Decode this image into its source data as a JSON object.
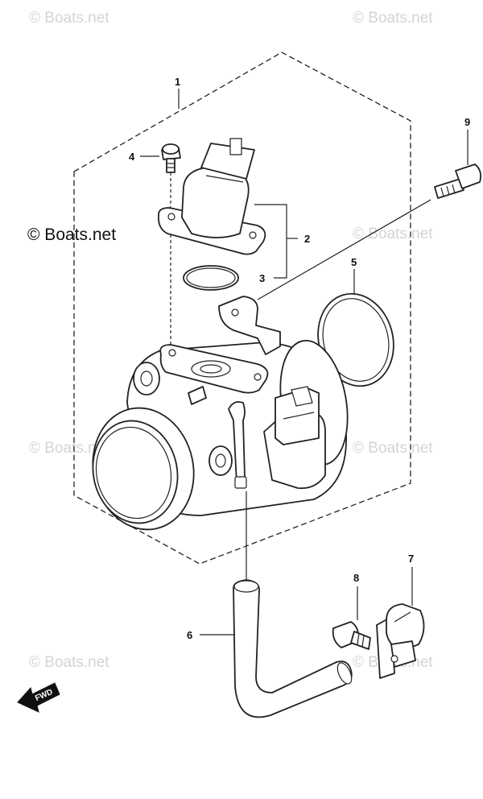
{
  "watermark": "© Boats.net",
  "copyright": "© Boats.net",
  "callouts": {
    "p1": "1",
    "p2": "2",
    "p3": "3",
    "p4": "4",
    "p5": "5",
    "p6": "6",
    "p7": "7",
    "p8": "8",
    "p9": "9"
  },
  "fwd_label": "FWD",
  "colors": {
    "line": "#222222",
    "watermark": "#d4d4d4",
    "background": "#ffffff"
  }
}
